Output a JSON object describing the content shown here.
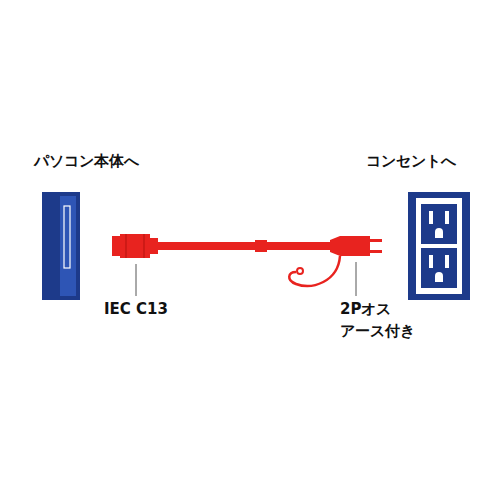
{
  "diagram": {
    "nodes": [
      {
        "text": [
          "パソコン本体へ"
        ]
      },
      {
        "text": [
          "コンセントへ"
        ]
      }
    ],
    "labels": [
      "IEC C13",
      "2Pオス",
      "アース付き"
    ]
  }
}
